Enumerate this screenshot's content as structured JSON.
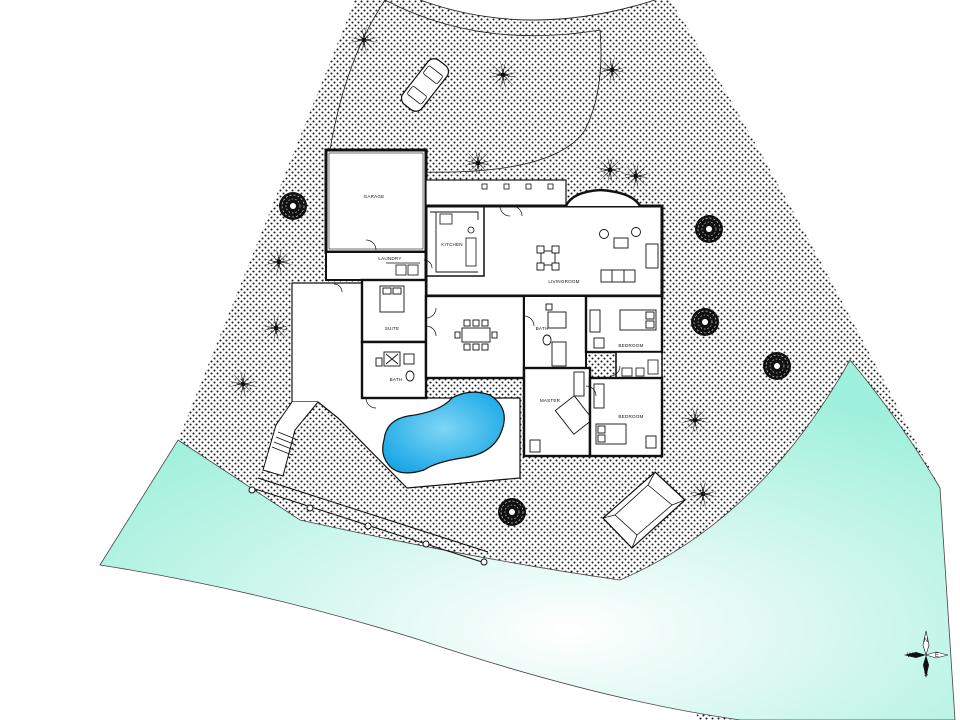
{
  "rooms": {
    "garage": "GARAGE",
    "laundry": "LAUNDRY",
    "kitchen": "KITCHEN",
    "living_room": "LIVINGROOM",
    "suite": "SUITE",
    "bath_suite": "BATH",
    "bath_center": "BATH",
    "bedroom_ne": "BEDROOM",
    "master": "MASTER",
    "bedroom_se": "BEDROOM"
  },
  "compass": {
    "north": "N",
    "south": "S",
    "east": "E",
    "west": "W"
  },
  "colors": {
    "water": "#b8f1e4",
    "pool": "#2fb5ea",
    "ink": "#111111"
  }
}
